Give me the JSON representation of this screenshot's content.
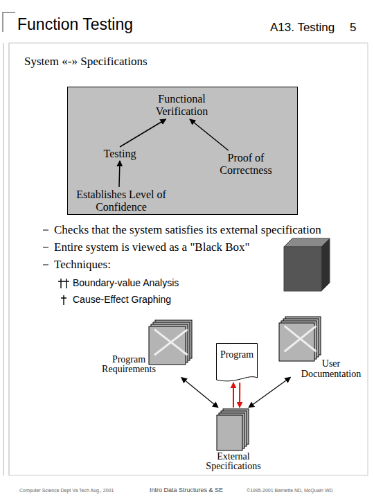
{
  "diagram": {
    "title": "Function Testing",
    "nodes": [
      {
        "text": []
      },
      {
        "text": [
          "Functional Verification"
        ],
        "in": 0
      },
      {
        "text": [
          "Testing"
        ],
        "in": 0
      },
      {
        "text": [
          "Proof of Correctness"
        ],
        "in": 0
      },
      {
        "text": [
          "Establishes Level of Confidence"
        ],
        "in": 0
      },
      {
        "text": [
          "Program Requirements"
        ]
      },
      {
        "text": [
          "Program"
        ]
      },
      {
        "text": [
          "User Documentation"
        ]
      },
      {
        "text": [
          "External Specifications"
        ]
      }
    ],
    "edges": [
      {
        "from": 2,
        "to": 1,
        "arrow": "to"
      },
      {
        "from": 3,
        "to": 1,
        "arrow": "to"
      },
      {
        "from": 4,
        "to": 2,
        "arrow": "to"
      },
      {
        "from": 5,
        "to": 8,
        "arrow": "both"
      },
      {
        "from": 8,
        "to": 6,
        "arrow": "to"
      },
      {
        "from": 6,
        "to": 8,
        "arrow": "to"
      },
      {
        "from": 7,
        "to": 8,
        "arrow": "both"
      }
    ],
    "labels": [
      "A13. Testing",
      "5",
      "System «-» Specifications",
      "Checks that the system satisfies its external specification",
      "Entire system is viewed as a \"Black Box\"",
      "Techniques:",
      "Boundary-value Analysis",
      "Cause-Effect Graphing",
      "Computer Science Dept Va Tech Aug., 2001",
      "Intro Data Structures & SE",
      "©1995-2001 Barnette ND, McQuain WD"
    ]
  }
}
